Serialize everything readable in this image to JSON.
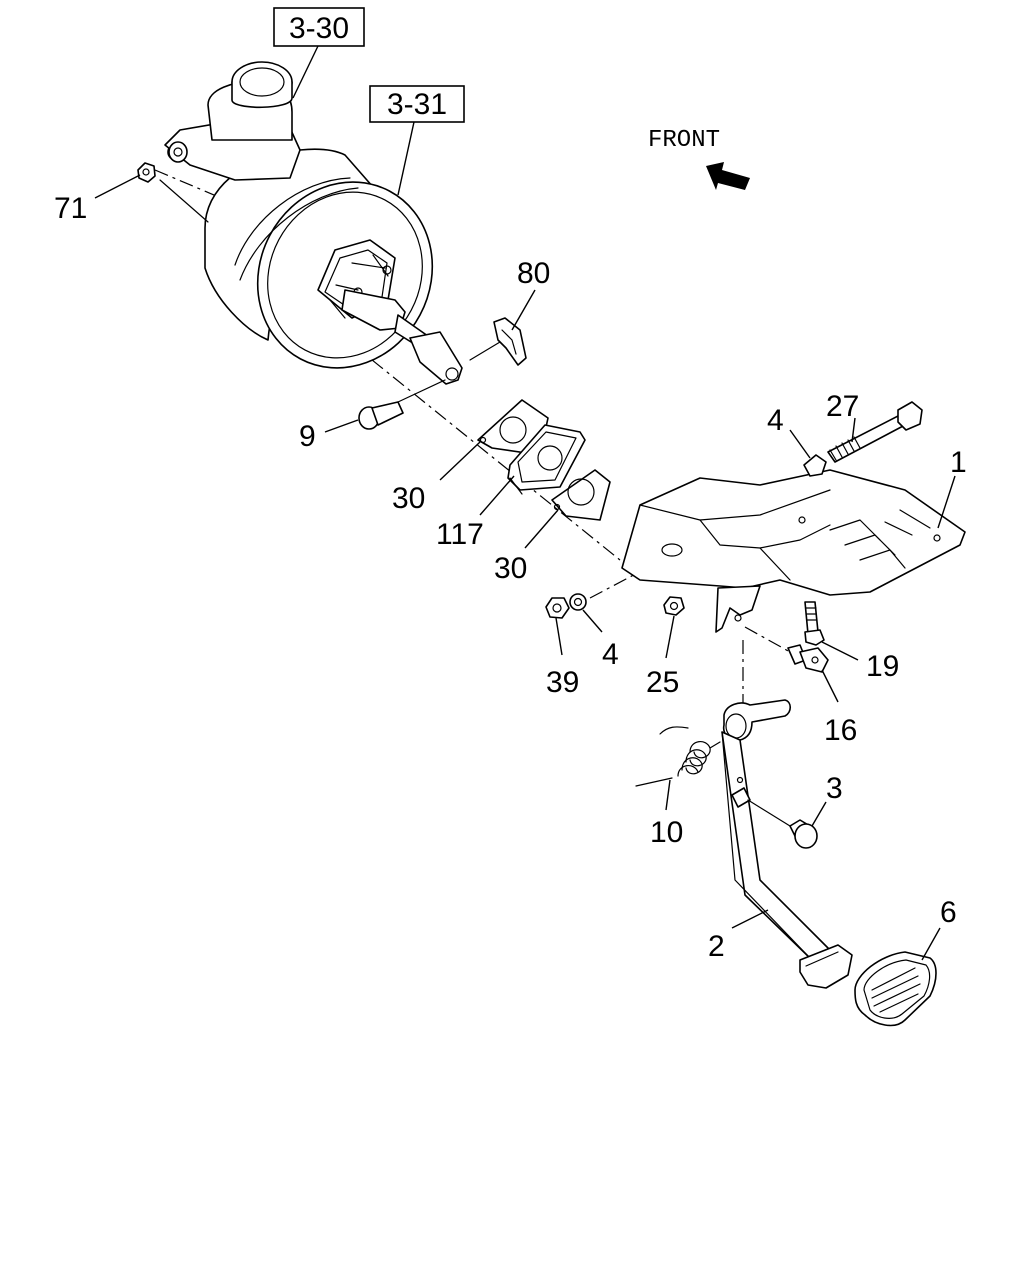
{
  "direction_label": "FRONT",
  "references": {
    "master_cylinder": "3-30",
    "brake_booster": "3-31"
  },
  "callouts": {
    "c71": "71",
    "c80": "80",
    "c9": "9",
    "c30a": "30",
    "c117": "117",
    "c30b": "30",
    "c4a": "4",
    "c27": "27",
    "c1": "1",
    "c39": "39",
    "c4b": "4",
    "c25": "25",
    "c19": "19",
    "c16": "16",
    "c3": "3",
    "c10": "10",
    "c2": "2",
    "c6": "6"
  },
  "icons": {
    "direction": "front-arrow-icon"
  }
}
